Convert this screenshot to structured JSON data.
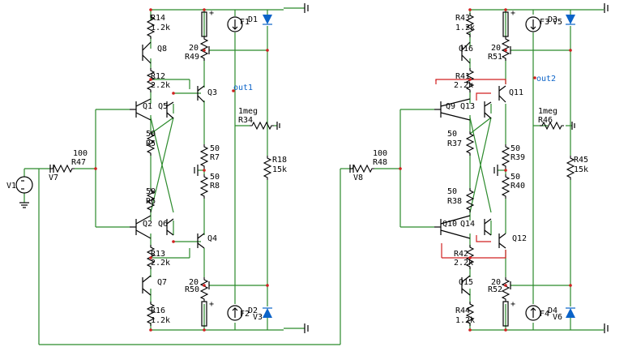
{
  "colors": {
    "wire": "#2b8a2b",
    "highlight_wire": "#d12020",
    "component": "#000000",
    "diode": "#0b63c8",
    "background": "#ffffff"
  },
  "labels": {
    "r14": "R14",
    "r14v": "1.2k",
    "q8": "Q8",
    "r49v": "20",
    "r49": "R49",
    "r12": "R12",
    "r12v": "2.2k",
    "q3": "Q3",
    "q1": "Q1",
    "q5": "Q5",
    "out1": "out1",
    "r34v": "1meg",
    "r34": "R34",
    "r47v": "100",
    "r47": "R47",
    "v1": "V1",
    "v7": "V7",
    "r5v": "50",
    "r5": "R5",
    "r7v": "50",
    "r7": "R7",
    "r8v": "50",
    "r8": "R8",
    "r6v": "50",
    "r6": "R6",
    "r18": "R18",
    "r18v": "15k",
    "q2": "Q2",
    "q6": "Q6",
    "q4": "Q4",
    "r13": "R13",
    "r13v": "2.2k",
    "q7": "Q7",
    "r50v": "20",
    "r50": "R50",
    "r16": "R16",
    "r16v": "1.2k",
    "d1": "D1",
    "f1": "F1",
    "f2": "F2",
    "d2": "D2",
    "v3": "V3",
    "r43": "R43",
    "r43v": "1.2k",
    "q16": "Q16",
    "r51v": "20",
    "r51": "R51",
    "r41": "R41",
    "r41v": "2.2k",
    "q11": "Q11",
    "q9": "Q9",
    "q13": "Q13",
    "out2": "out2",
    "r46v": "1meg",
    "r46": "R46",
    "r48v": "100",
    "r48": "R48",
    "v8": "V8",
    "r37v": "50",
    "r37": "R37",
    "r39v": "50",
    "r39": "R39",
    "r40v": "50",
    "r40": "R40",
    "r38v": "50",
    "r38": "R38",
    "r45": "R45",
    "r45v": "15k",
    "q10": "Q10",
    "q14": "Q14",
    "q12": "Q12",
    "r42": "R42",
    "r42v": "2.2k",
    "q15": "Q15",
    "r52v": "20",
    "r52": "R52",
    "r44": "R44",
    "r44v": "1.2k",
    "d3": "D3",
    "f3": "F3",
    "f4": "F4",
    "d4": "D4",
    "v5": "V5",
    "v6": "V6",
    "plus": "+"
  }
}
